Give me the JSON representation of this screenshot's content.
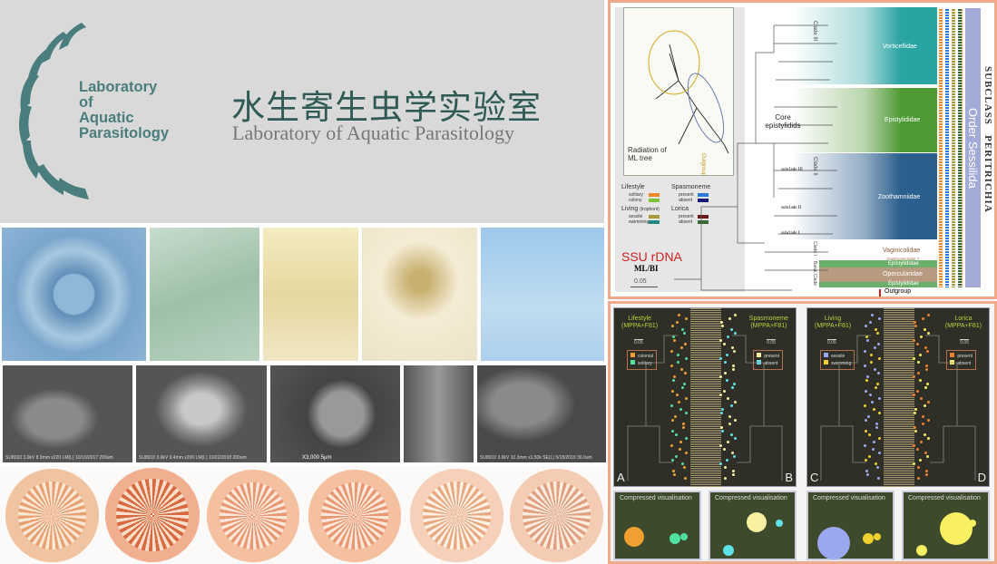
{
  "header": {
    "logo_text": [
      "Laboratory",
      "of",
      "Aquatic",
      "Parasitology"
    ],
    "title_cn": "水生寄生虫学实验室",
    "title_en": "Laboratory of Aquatic Parasitology",
    "brand_color": "#4a7d7d"
  },
  "sem_captions": [
    "SU8010 3.0kV 8.9mm x220 LM(L) 10/10/2017    200um",
    "SU8010 3.0kV 9.4mm x200 LM(L) 10/22/2018    200um",
    "X3,000   5μm",
    "",
    "SU8010 3.0kV 10.3mm x1.50k SE(L) 5/18/2019    30.0um"
  ],
  "tree": {
    "inset_caption": "Radiation of ML tree",
    "inset_outgroup": "Outgroup",
    "legend": {
      "lifestyle": {
        "title": "Lifestyle",
        "items": [
          {
            "label": "solitary",
            "color": "#f08a2a"
          },
          {
            "label": "colony",
            "color": "#7cc23a"
          }
        ]
      },
      "living": {
        "title": "Living",
        "subtitle": "(trophont)",
        "items": [
          {
            "label": "sessile",
            "color": "#a89a3a"
          },
          {
            "label": "swimming",
            "color": "#1e8a82"
          }
        ]
      },
      "spasmoneme": {
        "title": "Spasmoneme",
        "items": [
          {
            "label": "present",
            "color": "#2a7ad8"
          },
          {
            "label": "absent",
            "color": "#1a1a7a"
          }
        ]
      },
      "lorica": {
        "title": "Lorica",
        "items": [
          {
            "label": "present",
            "color": "#6a1a1a"
          },
          {
            "label": "absent",
            "color": "#3a6a3a"
          }
        ]
      }
    },
    "marker": "SSU rDNA",
    "method": "ML/BI",
    "scale": "0.05",
    "clades": [
      "Clade III",
      "Clade II",
      "Clade I",
      "Basal Clade"
    ],
    "core_label": "Core epistylidids",
    "subclades": [
      "subclade III",
      "subclade II",
      "subclade I"
    ],
    "families": [
      "Vorticellidae",
      "Epistylididae",
      "Zoothamniidae",
      "Vaginicolidae",
      "Opisthonectidae ?",
      "Epistylididae",
      "Opercularidae",
      "Epistylididae",
      "Outgroup"
    ],
    "order": "Order Sessilida",
    "subclass": "SUBCLASS   PERITRICHIA"
  },
  "asr": {
    "panels": [
      {
        "letter": "A",
        "title": "Lifestyle",
        "model": "(MPPA+F81)",
        "scale": "0.05",
        "legend": [
          {
            "label": "colonial",
            "color": "#f0a030"
          },
          {
            "label": "solitary",
            "color": "#50e0a0"
          }
        ]
      },
      {
        "letter": "B",
        "title": "Spasmoneme",
        "model": "(MPPA+F81)",
        "scale": "0.05",
        "legend": [
          {
            "label": "present",
            "color": "#f8f0a0"
          },
          {
            "label": "absent",
            "color": "#60e0e8"
          }
        ]
      },
      {
        "letter": "C",
        "title": "Living",
        "model": "(MPPA+F81)",
        "scale": "0.05",
        "legend": [
          {
            "label": "sessile",
            "color": "#9aa8f0"
          },
          {
            "label": "swimming",
            "color": "#f0d030"
          }
        ]
      },
      {
        "letter": "D",
        "title": "Lorica",
        "model": "(MPPA+F81)",
        "scale": "0.05",
        "legend": [
          {
            "label": "present",
            "color": "#f08030"
          },
          {
            "label": "absent",
            "color": "#f8f060"
          }
        ]
      }
    ],
    "compressed_title": "Compressed visualisation"
  }
}
